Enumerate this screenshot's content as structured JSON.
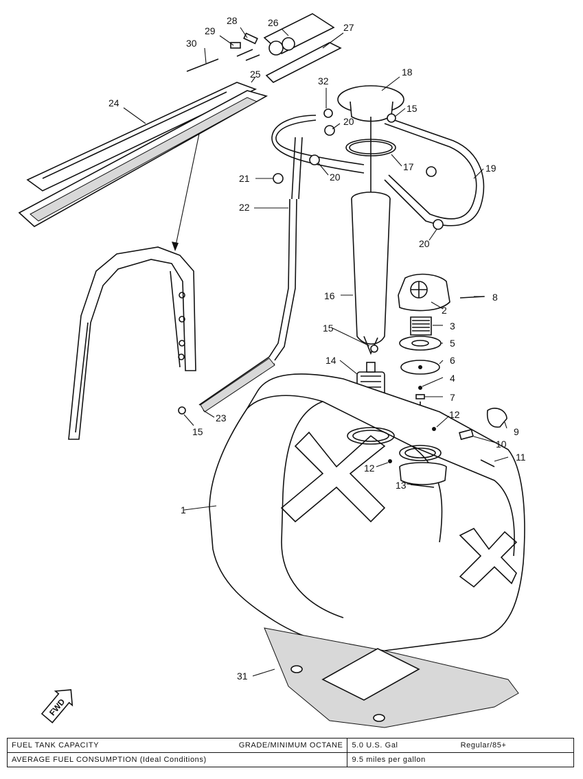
{
  "labels": {
    "p1": "1",
    "p2": "2",
    "p3": "3",
    "p4": "4",
    "p5": "5",
    "p6": "6",
    "p7": "7",
    "p8": "8",
    "p9": "9",
    "p10": "10",
    "p11": "11",
    "p12": "12",
    "p13": "13",
    "p14": "14",
    "p15": "15",
    "p16": "16",
    "p17": "17",
    "p18": "18",
    "p19": "19",
    "p20": "20",
    "p21": "21",
    "p22": "22",
    "p23": "23",
    "p24": "24",
    "p25": "25",
    "p26": "26",
    "p27": "27",
    "p28": "28",
    "p29": "29",
    "p30": "30",
    "p31": "31",
    "p32": "32"
  },
  "fwd": "FWD",
  "specs": {
    "row1": {
      "label": "FUEL TANK CAPACITY",
      "grade_label": "GRADE/MINIMUM OCTANE",
      "capacity": "5.0 U.S. Gal",
      "grade": "Regular/85+"
    },
    "row2": {
      "label": "AVERAGE FUEL CONSUMPTION (Ideal Conditions)",
      "value": "9.5 miles per gallon"
    }
  }
}
